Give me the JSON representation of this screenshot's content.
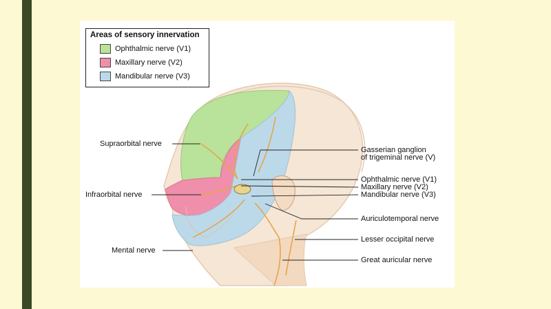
{
  "legend": {
    "title": "Areas of sensory innervation",
    "items": [
      {
        "label": "Ophthalmic nerve (V1)",
        "color": "#b9e29a"
      },
      {
        "label": "Maxillary nerve (V2)",
        "color": "#ef8fab"
      },
      {
        "label": "Mandibular nerve (V3)",
        "color": "#bcd9ea"
      }
    ]
  },
  "labels": {
    "supraorbital": "Supraorbital nerve",
    "infraorbital": "Infraorbital nerve",
    "mental": "Mental nerve",
    "gasserian_1": "Gasserian ganglion",
    "gasserian_2": "of trigeminal nerve (V)",
    "ophthalmic": "Ophthalmic nerve (V1)",
    "maxillary": "Maxillary nerve (V2)",
    "mandibular": "Mandibular nerve (V3)",
    "auriculotemporal": "Auriculotemporal nerve",
    "lesser_occipital": "Lesser occipital nerve",
    "great_auricular": "Great auricular nerve"
  },
  "colors": {
    "background": "#fdf9d2",
    "left_bar": "#3b4a26",
    "skin": "#f4dcc4",
    "nerve": "#e3a64a"
  }
}
